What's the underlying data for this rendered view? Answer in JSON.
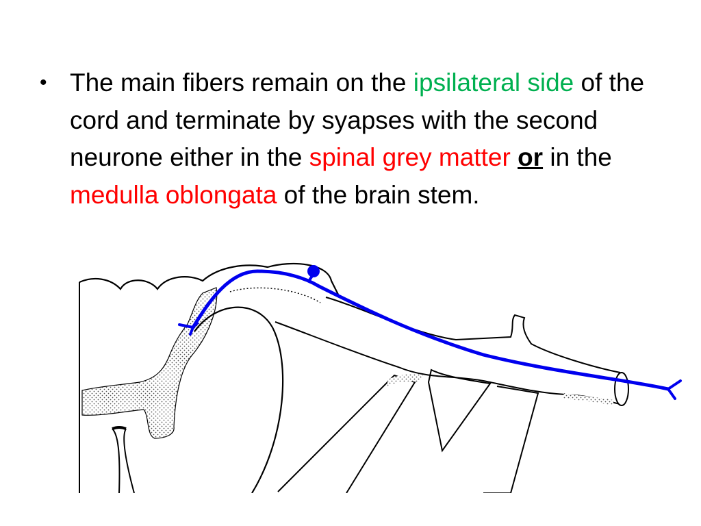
{
  "slide": {
    "bullet": {
      "symbol": "•",
      "part1": "The main fibers remain on the ",
      "term_ipsilateral": "ipsilateral side",
      "part2": " of the cord and terminate by syapses with the second neurone either in the ",
      "term_spinal": "spinal grey matter",
      "part3": " ",
      "term_or": "or",
      "part4": " in the ",
      "term_medulla": "medulla oblongata",
      "part5": " of the brain stem."
    },
    "colors": {
      "text": "#000000",
      "highlight_green": "#00b050",
      "highlight_red": "#ff0000",
      "fiber_blue": "#0000ee"
    },
    "figure": {
      "subject": "spinal cord cross-section with dorsal root fiber pathway",
      "icons": [
        "fiber-path-icon",
        "nerve-ending-icon",
        "dorsal-root-ganglion-icon"
      ]
    }
  }
}
